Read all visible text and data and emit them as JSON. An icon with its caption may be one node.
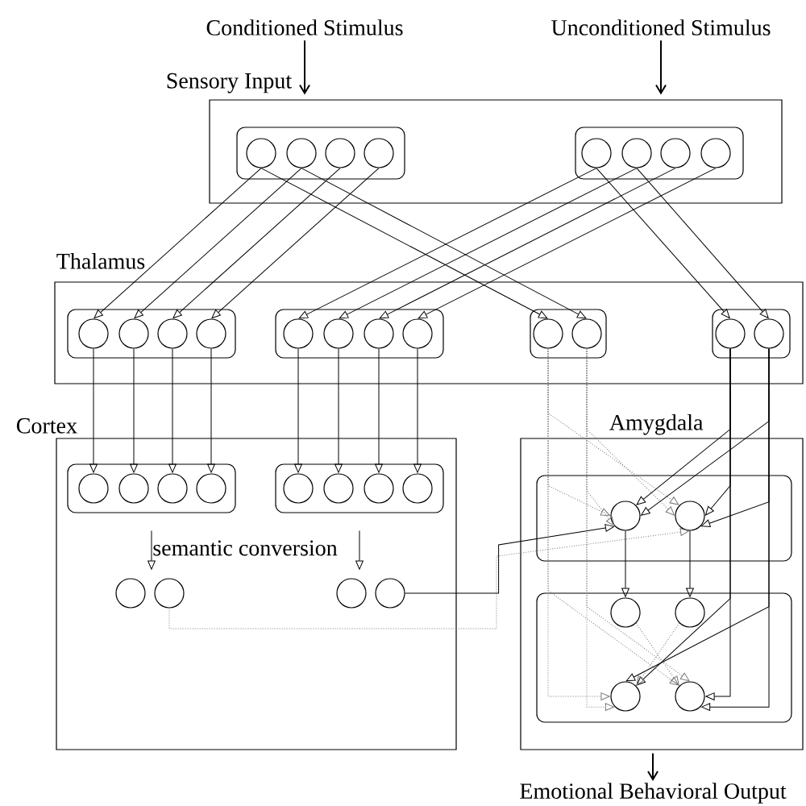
{
  "diagram": {
    "nodes": [
      {
        "text": [
          "Conditioned Stimulus"
        ]
      },
      {
        "text": [
          "Unconditioned Stimulus"
        ]
      },
      {
        "text": [
          "Sensory Input"
        ]
      },
      {
        "text": [],
        "shape": "box",
        "in": 2
      },
      {
        "text": [],
        "shape": "circle",
        "in": 3
      },
      {
        "text": [],
        "shape": "circle",
        "in": 3
      },
      {
        "text": [],
        "shape": "circle",
        "in": 3
      },
      {
        "text": [],
        "shape": "circle",
        "in": 3
      },
      {
        "text": [],
        "shape": "box",
        "in": 2
      },
      {
        "text": [],
        "shape": "circle",
        "in": 8
      },
      {
        "text": [],
        "shape": "circle",
        "in": 8
      },
      {
        "text": [],
        "shape": "circle",
        "in": 8
      },
      {
        "text": [],
        "shape": "circle",
        "in": 8
      },
      {
        "text": [
          "Thalamus"
        ]
      },
      {
        "text": [],
        "shape": "box",
        "in": 13
      },
      {
        "text": [],
        "shape": "circle",
        "in": 14
      },
      {
        "text": [],
        "shape": "circle",
        "in": 14
      },
      {
        "text": [],
        "shape": "circle",
        "in": 14
      },
      {
        "text": [],
        "shape": "circle",
        "in": 14
      },
      {
        "text": [],
        "shape": "box",
        "in": 13
      },
      {
        "text": [],
        "shape": "circle",
        "in": 19
      },
      {
        "text": [],
        "shape": "circle",
        "in": 19
      },
      {
        "text": [],
        "shape": "circle",
        "in": 19
      },
      {
        "text": [],
        "shape": "circle",
        "in": 19
      },
      {
        "text": [],
        "shape": "box",
        "in": 13
      },
      {
        "text": [],
        "shape": "circle",
        "in": 24
      },
      {
        "text": [],
        "shape": "circle",
        "in": 24
      },
      {
        "text": [],
        "shape": "box",
        "in": 13
      },
      {
        "text": [],
        "shape": "circle",
        "in": 27
      },
      {
        "text": [],
        "shape": "circle",
        "in": 27
      },
      {
        "text": [
          "Cortex"
        ]
      },
      {
        "text": [],
        "shape": "box",
        "in": 30
      },
      {
        "text": [],
        "shape": "circle",
        "in": 31
      },
      {
        "text": [],
        "shape": "circle",
        "in": 31
      },
      {
        "text": [],
        "shape": "circle",
        "in": 31
      },
      {
        "text": [],
        "shape": "circle",
        "in": 31
      },
      {
        "text": [],
        "shape": "box",
        "in": 30
      },
      {
        "text": [],
        "shape": "circle",
        "in": 36
      },
      {
        "text": [],
        "shape": "circle",
        "in": 36
      },
      {
        "text": [],
        "shape": "circle",
        "in": 36
      },
      {
        "text": [],
        "shape": "circle",
        "in": 36
      },
      {
        "text": [],
        "shape": "circle",
        "in": 30
      },
      {
        "text": [],
        "shape": "circle",
        "in": 30
      },
      {
        "text": [],
        "shape": "circle",
        "in": 30
      },
      {
        "text": [],
        "shape": "circle",
        "in": 30
      },
      {
        "text": [
          "Amygdala"
        ]
      },
      {
        "text": [],
        "shape": "box",
        "in": 45
      },
      {
        "text": [],
        "shape": "circle",
        "in": 46
      },
      {
        "text": [],
        "shape": "circle",
        "in": 46
      },
      {
        "text": [],
        "shape": "box",
        "in": 45
      },
      {
        "text": [],
        "shape": "circle",
        "in": 49
      },
      {
        "text": [],
        "shape": "circle",
        "in": 49
      },
      {
        "text": [],
        "shape": "circle",
        "in": 49
      },
      {
        "text": [],
        "shape": "circle",
        "in": 49
      },
      {
        "text": [
          "Emotional Behavioral Output"
        ]
      }
    ],
    "edges": [
      {
        "from": 0,
        "to": 2,
        "arrow": "to"
      },
      {
        "from": 1,
        "to": 2,
        "arrow": "to"
      },
      {
        "from": 4,
        "to": 15,
        "arrow": "to"
      },
      {
        "from": 5,
        "to": 16,
        "arrow": "to"
      },
      {
        "from": 6,
        "to": 17,
        "arrow": "to"
      },
      {
        "from": 7,
        "to": 18,
        "arrow": "to"
      },
      {
        "from": 4,
        "to": 25,
        "arrow": "to"
      },
      {
        "from": 5,
        "to": 26,
        "arrow": "to"
      },
      {
        "from": 9,
        "to": 20,
        "arrow": "to"
      },
      {
        "from": 10,
        "to": 21,
        "arrow": "to"
      },
      {
        "from": 11,
        "to": 22,
        "arrow": "to"
      },
      {
        "from": 12,
        "to": 23,
        "arrow": "to"
      },
      {
        "from": 9,
        "to": 28,
        "arrow": "to"
      },
      {
        "from": 10,
        "to": 29,
        "arrow": "to"
      },
      {
        "from": 15,
        "to": 32,
        "arrow": "to"
      },
      {
        "from": 16,
        "to": 33,
        "arrow": "to"
      },
      {
        "from": 17,
        "to": 34,
        "arrow": "to"
      },
      {
        "from": 18,
        "to": 35,
        "arrow": "to"
      },
      {
        "from": 20,
        "to": 37,
        "arrow": "to"
      },
      {
        "from": 21,
        "to": 38,
        "arrow": "to"
      },
      {
        "from": 22,
        "to": 39,
        "arrow": "to"
      },
      {
        "from": 23,
        "to": 40,
        "arrow": "to"
      },
      {
        "from": 31,
        "to": 41,
        "arrow": "to"
      },
      {
        "from": 36,
        "to": 43,
        "arrow": "to"
      },
      {
        "from": 44,
        "to": 47,
        "arrow": "to"
      },
      {
        "from": 42,
        "to": 48,
        "arrow": "to",
        "style": "dashed",
        "color": "#777777"
      },
      {
        "from": 25,
        "to": 47,
        "arrow": "to",
        "style": "dashed",
        "color": "#777777"
      },
      {
        "from": 25,
        "to": 48,
        "arrow": "to",
        "style": "dashed",
        "color": "#777777"
      },
      {
        "from": 25,
        "to": 52,
        "arrow": "to",
        "style": "dashed",
        "color": "#777777"
      },
      {
        "from": 25,
        "to": 53,
        "arrow": "to",
        "style": "dashed",
        "color": "#777777"
      },
      {
        "from": 26,
        "to": 47,
        "arrow": "to",
        "style": "dashed",
        "color": "#777777"
      },
      {
        "from": 26,
        "to": 48,
        "arrow": "to",
        "style": "dashed",
        "color": "#777777"
      },
      {
        "from": 26,
        "to": 52,
        "arrow": "to",
        "style": "dashed",
        "color": "#777777"
      },
      {
        "from": 26,
        "to": 53,
        "arrow": "to",
        "style": "dashed",
        "color": "#777777"
      },
      {
        "from": 28,
        "to": 47,
        "arrow": "to"
      },
      {
        "from": 28,
        "to": 48,
        "arrow": "to"
      },
      {
        "from": 28,
        "to": 52,
        "arrow": "to"
      },
      {
        "from": 28,
        "to": 53,
        "arrow": "to"
      },
      {
        "from": 29,
        "to": 47,
        "arrow": "to"
      },
      {
        "from": 29,
        "to": 48,
        "arrow": "to"
      },
      {
        "from": 29,
        "to": 52,
        "arrow": "to"
      },
      {
        "from": 29,
        "to": 53,
        "arrow": "to"
      },
      {
        "from": 47,
        "to": 50,
        "arrow": "to"
      },
      {
        "from": 48,
        "to": 51,
        "arrow": "to"
      },
      {
        "from": 50,
        "to": 53,
        "arrow": "to",
        "style": "dashed",
        "color": "#777777"
      },
      {
        "from": 51,
        "to": 52,
        "arrow": "to",
        "style": "dashed",
        "color": "#777777"
      },
      {
        "from": 45,
        "to": 54,
        "arrow": "to"
      }
    ],
    "labels": [
      "semantic conversion"
    ]
  }
}
